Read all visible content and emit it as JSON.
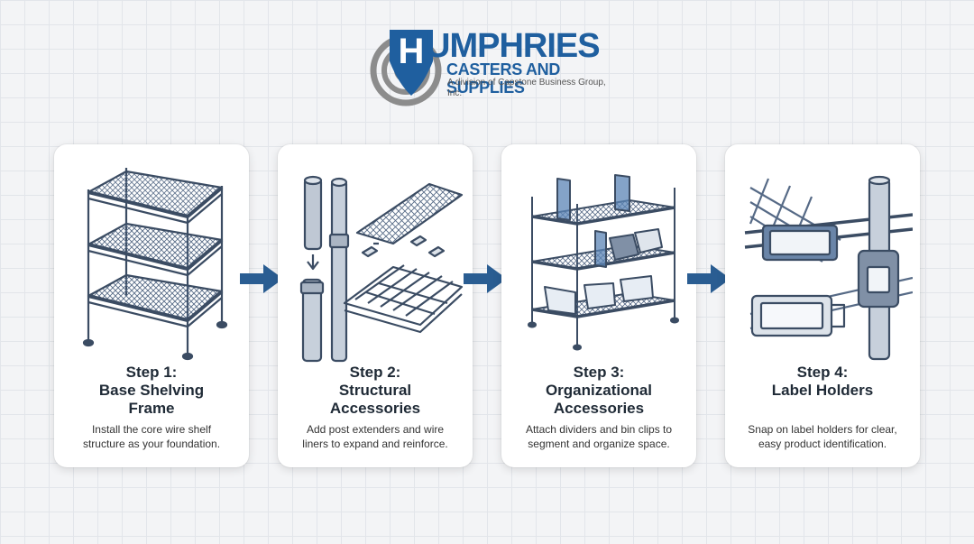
{
  "logo": {
    "mark_letter": "H",
    "title": "UMPHRIES",
    "subtitle": "CASTERS AND SUPPLIES",
    "division": "A division of Capstone Business Group, Inc."
  },
  "colors": {
    "brand_blue": "#1f5f9f",
    "arrow_blue": "#2a5d92",
    "line_art": "#3b4c63"
  },
  "steps": [
    {
      "title_line1": "Step 1:",
      "title_line2": "Base Shelving",
      "title_line3": "Frame",
      "desc_line1": "Install the core wire shelf",
      "desc_line2": "structure as your foundation."
    },
    {
      "title_line1": "Step 2:",
      "title_line2": "Structural",
      "title_line3": "Accessories",
      "desc_line1": "Add post extenders and wire",
      "desc_line2": "liners to expand and reinforce."
    },
    {
      "title_line1": "Step 3:",
      "title_line2": "Organizational",
      "title_line3": "Accessories",
      "desc_line1": "Attach dividers and bin clips to",
      "desc_line2": "segment and organize space."
    },
    {
      "title_line1": "Step 4:",
      "title_line2": "Label Holders",
      "title_line3": "",
      "desc_line1": "Snap on label holders for clear,",
      "desc_line2": "easy product identification."
    }
  ],
  "icons": [
    "wire-shelf-icon",
    "post-extender-icon",
    "divider-bin-icon",
    "label-holder-icon",
    "arrow-right-icon"
  ]
}
